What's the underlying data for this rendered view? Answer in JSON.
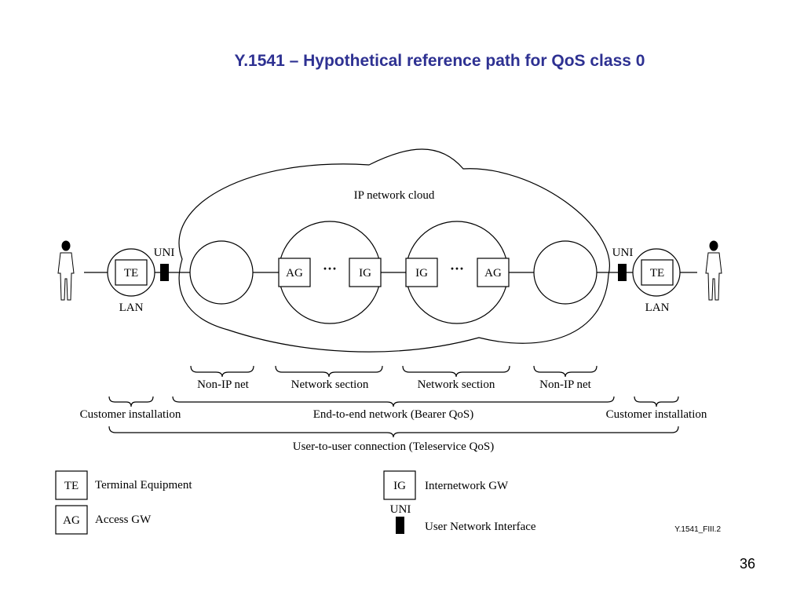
{
  "slide": {
    "title": "Y.1541 – Hypothetical reference path for QoS class 0",
    "page_number": "36",
    "figure_id": "Y.1541_FIII.2"
  },
  "diagram": {
    "cloud_label": "IP network cloud",
    "left_uni": "UNI",
    "right_uni": "UNI",
    "left_te": "TE",
    "right_te": "TE",
    "left_lan": "LAN",
    "right_lan": "LAN",
    "section1_ag": "AG",
    "section1_ig": "IG",
    "section2_ig": "IG",
    "section2_ag": "AG",
    "ellipsis": "···"
  },
  "braces": {
    "non_ip_left": "Non-IP net",
    "network_section_1": "Network section",
    "network_section_2": "Network section",
    "non_ip_right": "Non-IP net",
    "customer_left": "Customer installation",
    "end_to_end": "End-to-end network (Bearer QoS)",
    "customer_right": "Customer installation",
    "user_to_user": "User-to-user connection (Teleservice QoS)"
  },
  "legend": {
    "te_abbr": "TE",
    "te_text": "Terminal Equipment",
    "ag_abbr": "AG",
    "ag_text": "Access GW",
    "ig_abbr": "IG",
    "ig_text": "Internetwork GW",
    "uni_abbr": "UNI",
    "uni_text": "User Network Interface"
  }
}
